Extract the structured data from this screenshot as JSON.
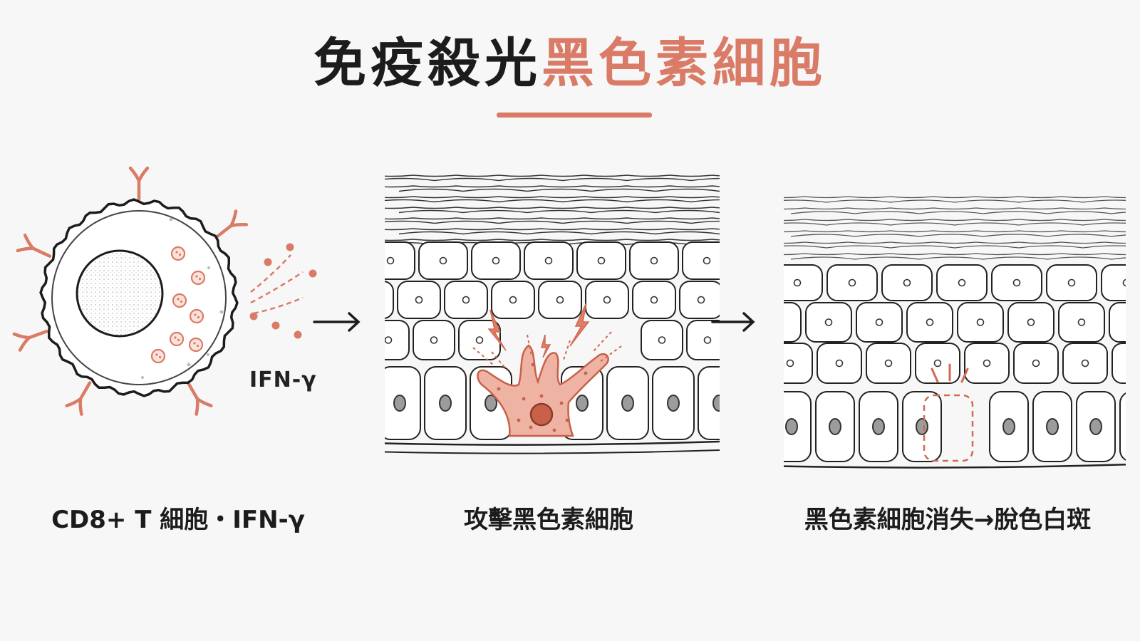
{
  "title": {
    "part1": "免疫殺光",
    "part2": "黑色素細胞"
  },
  "colors": {
    "accent": "#d97b66",
    "accent_fill": "#efb3a4",
    "ink": "#1c1c1c",
    "background": "#f7f7f7"
  },
  "panel1": {
    "cytokine_label": "IFN-γ",
    "caption": "CD8+ T 細胞・IFN-γ"
  },
  "panel2": {
    "caption": "攻擊黑色素細胞"
  },
  "panel3": {
    "caption": "黑色素細胞消失→脫色白斑"
  }
}
